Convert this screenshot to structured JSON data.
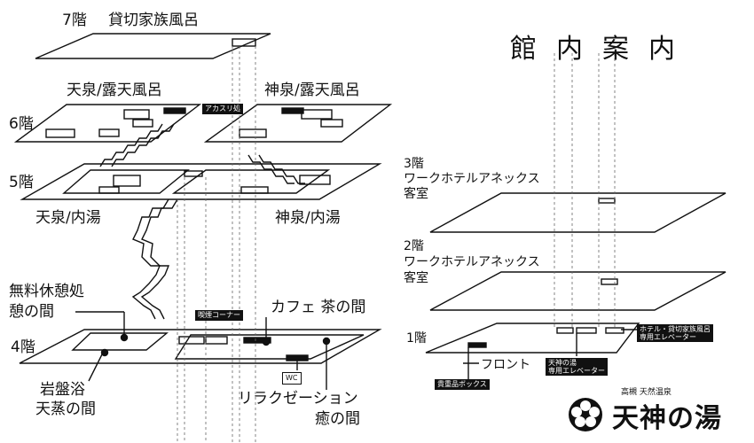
{
  "title": "館内案内",
  "floors_left": {
    "f7": "7階",
    "f7_name": "貸切家族風呂",
    "f6": "6階",
    "f6_left": "天泉/露天風呂",
    "f6_right": "神泉/露天風呂",
    "f6_sauna": "アカスリ処",
    "f5": "5階",
    "f5_left": "天泉/内湯",
    "f5_right": "神泉/内湯",
    "f4": "4階",
    "rest_line1": "無料休憩処",
    "rest_line2": "憩の間",
    "smoking": "喫煙コーナー",
    "cafe": "カフェ 茶の間",
    "wc": "WC",
    "ganban_line1": "岩盤浴",
    "ganban_line2": "天蒸の間",
    "relax_line1": "リラクゼーション",
    "relax_line2": "癒の間"
  },
  "floors_right": {
    "f3": "3階",
    "f3_line1": "ワークホテルアネックス",
    "f3_line2": "客室",
    "f2": "2階",
    "f2_line1": "ワークホテルアネックス",
    "f2_line2": "客室",
    "f1": "1階",
    "front": "フロント",
    "locker": "貴重品ボックス",
    "elev_family_line1": "ホテル・貸切家族風呂",
    "elev_family_line2": "専用エレベーター",
    "elev_tenjin_line1": "天神の湯",
    "elev_tenjin_line2": "専用エレベーター"
  },
  "logo": {
    "sub": "高槻 天然温泉",
    "main": "天神の湯"
  }
}
